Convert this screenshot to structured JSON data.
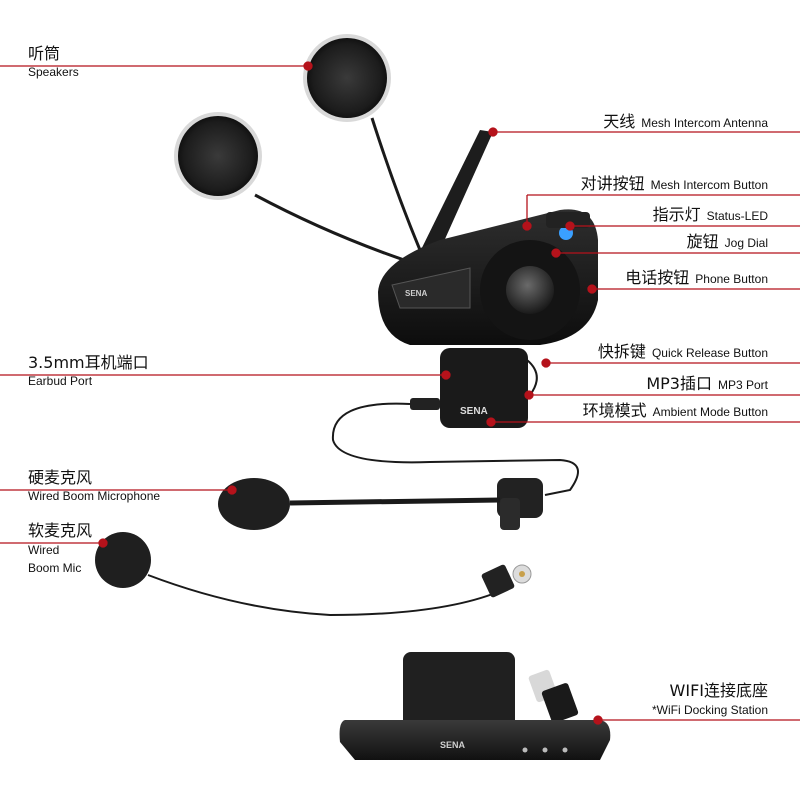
{
  "labels": {
    "speakers": {
      "zh": "听筒",
      "en": "Speakers"
    },
    "antenna": {
      "zh": "天线",
      "en": "Mesh Intercom Antenna"
    },
    "intercom_button": {
      "zh": "对讲按钮",
      "en": "Mesh Intercom Button"
    },
    "status_led": {
      "zh": "指示灯",
      "en": "Status-LED"
    },
    "jog_dial": {
      "zh": "旋钮",
      "en": "Jog Dial"
    },
    "phone_button": {
      "zh": "电话按钮",
      "en": "Phone Button"
    },
    "earbud_port": {
      "zh": "3.5mm耳机端口",
      "en": "Earbud Port"
    },
    "quick_release": {
      "zh": "快拆键",
      "en": "Quick Release Button"
    },
    "mp3_port": {
      "zh": "MP3插口",
      "en": "MP3 Port"
    },
    "ambient_button": {
      "zh": "环境模式",
      "en": "Ambient Mode Button"
    },
    "wired_boom_mic": {
      "zh": "硬麦克风",
      "en": "Wired Boom Microphone"
    },
    "wired_mic": {
      "zh": "软麦克风",
      "en1": "Wired",
      "en2": "Boom Mic"
    },
    "docking": {
      "zh": "WIFI连接底座",
      "en": "*WiFi Docking Station"
    }
  },
  "brand": {
    "device": "SENA",
    "module": "SENA",
    "dock": "SENA"
  },
  "colors": {
    "leader": "#b5121b",
    "device": "#1a1a1a",
    "foam": "#2b2b2b",
    "led": "#3aa0ff"
  }
}
